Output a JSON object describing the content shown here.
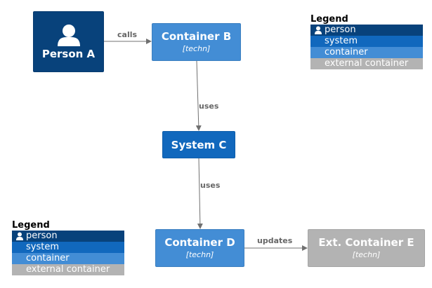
{
  "nodes": {
    "person_a": {
      "title": "Person A"
    },
    "container_b": {
      "title": "Container B",
      "technology": "[techn]"
    },
    "system_c": {
      "title": "System C"
    },
    "container_d": {
      "title": "Container D",
      "technology": "[techn]"
    },
    "ext_container_e": {
      "title": "Ext. Container E",
      "technology": "[techn]"
    }
  },
  "edges": {
    "a_to_b": {
      "label": "calls"
    },
    "b_to_c": {
      "label": "uses"
    },
    "c_to_d": {
      "label": "uses"
    },
    "d_to_e": {
      "label": "updates"
    }
  },
  "legend": {
    "title": "Legend",
    "items": [
      {
        "label": "person",
        "icon": "person-icon"
      },
      {
        "label": "system",
        "icon": "none"
      },
      {
        "label": "container",
        "icon": "none"
      },
      {
        "label": "external container",
        "icon": "none"
      }
    ]
  },
  "colors": {
    "person": "#08427b",
    "system": "#1168bd",
    "container": "#438dd5",
    "external_container": "#b3b3b3",
    "edge": "#707070"
  }
}
